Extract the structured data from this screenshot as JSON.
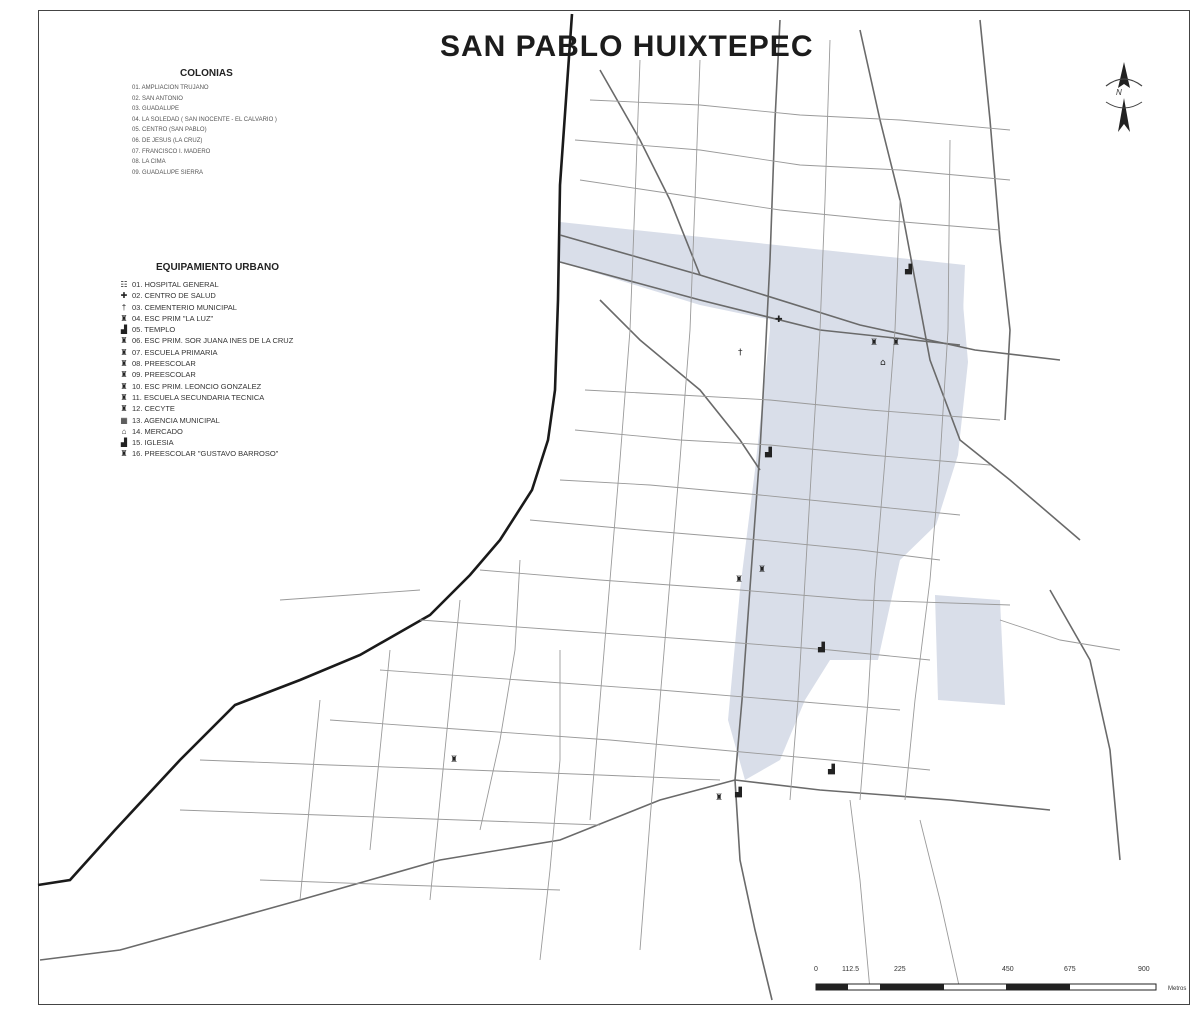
{
  "title": "SAN PABLO HUIXTEPEC",
  "colonias": {
    "heading": "COLONIAS",
    "items": [
      "01. AMPLIACION TRUJANO",
      "02. SAN ANTONIO",
      "03. GUADALUPE",
      "04. LA SOLEDAD ( SAN INOCENTE - EL CALVARIO )",
      "05. CENTRO (SAN PABLO)",
      "06. DE JESUS (LA CRUZ)",
      "07. FRANCISCO I. MADERO",
      "08. LA CIMA",
      "09. GUADALUPE SIERRA"
    ]
  },
  "equipamiento": {
    "heading": "EQUIPAMIENTO URBANO",
    "items": [
      {
        "label": "01. HOSPITAL GENERAL",
        "icon": "hospital-icon",
        "glyph": "☷"
      },
      {
        "label": "02. CENTRO DE SALUD",
        "icon": "cross-icon",
        "glyph": "✚"
      },
      {
        "label": "03. CEMENTERIO MUNICIPAL",
        "icon": "cemetery-icon",
        "glyph": "†"
      },
      {
        "label": "04. ESC PRIM \"LA LUZ\"",
        "icon": "school-icon",
        "glyph": "♜"
      },
      {
        "label": "05. TEMPLO",
        "icon": "temple-icon",
        "glyph": "▟"
      },
      {
        "label": "06. ESC PRIM. SOR JUANA INES DE LA CRUZ",
        "icon": "school-icon",
        "glyph": "♜"
      },
      {
        "label": "07. ESCUELA PRIMARIA",
        "icon": "school-icon",
        "glyph": "♜"
      },
      {
        "label": "08. PREESCOLAR",
        "icon": "school-icon",
        "glyph": "♜"
      },
      {
        "label": "09. PREESCOLAR",
        "icon": "school-icon",
        "glyph": "♜"
      },
      {
        "label": "10. ESC PRIM. LEONCIO GONZALEZ",
        "icon": "school-icon",
        "glyph": "♜"
      },
      {
        "label": "11. ESCUELA SECUNDARIA TECNICA",
        "icon": "school-icon",
        "glyph": "♜"
      },
      {
        "label": "12. CECYTE",
        "icon": "school-icon",
        "glyph": "♜"
      },
      {
        "label": "13. AGENCIA MUNICIPAL",
        "icon": "building-icon",
        "glyph": "▦"
      },
      {
        "label": "14. MERCADO",
        "icon": "market-icon",
        "glyph": "⌂"
      },
      {
        "label": "15. IGLESIA",
        "icon": "church-icon",
        "glyph": "▟"
      },
      {
        "label": "16. PREESCOLAR \"GUSTAVO BARROSO\"",
        "icon": "school-icon",
        "glyph": "♜"
      }
    ]
  },
  "north_arrow": {
    "label": "N",
    "icon": "north-arrow-icon"
  },
  "scale": {
    "ticks": [
      "0",
      "112.5",
      "225",
      "450",
      "675",
      "900"
    ],
    "unit": "Metros"
  },
  "colors": {
    "urban_fill": "#d9dee9",
    "road": "#6a6a6a",
    "boundary": "#1a1a1a"
  }
}
